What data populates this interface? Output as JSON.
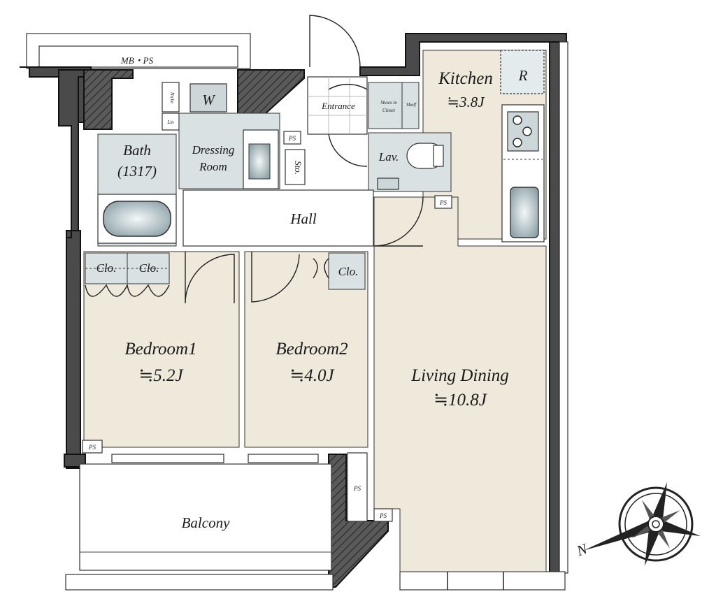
{
  "rooms": {
    "mb_ps": "MB・PS",
    "kitchen": "Kitchen",
    "kitchen_area": "≒3.8J",
    "refrigerator": "R",
    "washer": "W",
    "niche": "Niche",
    "linen": "Lin",
    "entrance": "Entrance",
    "shoes_closet_line1": "Shoes in",
    "shoes_closet_line2": "Closet",
    "shelf": "Shelf",
    "bath": "Bath",
    "bath_size": "(1317)",
    "dressing_line1": "Dressing",
    "dressing_line2": "Room",
    "storage": "Sto.",
    "lavatory": "Lav.",
    "hall": "Hall",
    "closet": "Clo.",
    "bedroom1": "Bedroom1",
    "bedroom1_area": "≒5.2J",
    "bedroom2": "Bedroom2",
    "bedroom2_area": "≒4.0J",
    "living_dining": "Living Dining",
    "living_dining_area": "≒10.8J",
    "balcony": "Balcony",
    "pipe_space": "PS"
  },
  "compass": {
    "north_label": "N",
    "icon": "compass-rose-icon"
  },
  "colors": {
    "wall": "#4a4a4a",
    "floor": "#efe9dc",
    "wet_area": "#d9e1e2",
    "fixture": "#cdd6d9"
  }
}
